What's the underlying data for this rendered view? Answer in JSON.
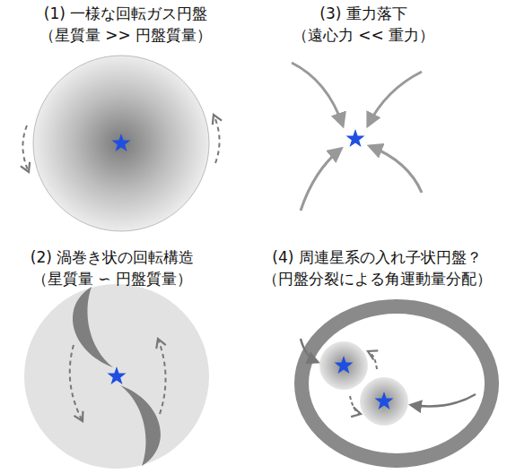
{
  "diagram": {
    "labels": [
      "(1) 一様な回転ガス円盤",
      "（星質量 >> 円盤質量）",
      "(3) 重力落下",
      "（遠心力 << 重力）",
      "(2) 渦巻き状の回転構造",
      "（星質量 ∽ 円盤質量）",
      "(4) 周連星系の入れ子状円盤？",
      "（円盤分裂による角運動量分配）"
    ]
  }
}
